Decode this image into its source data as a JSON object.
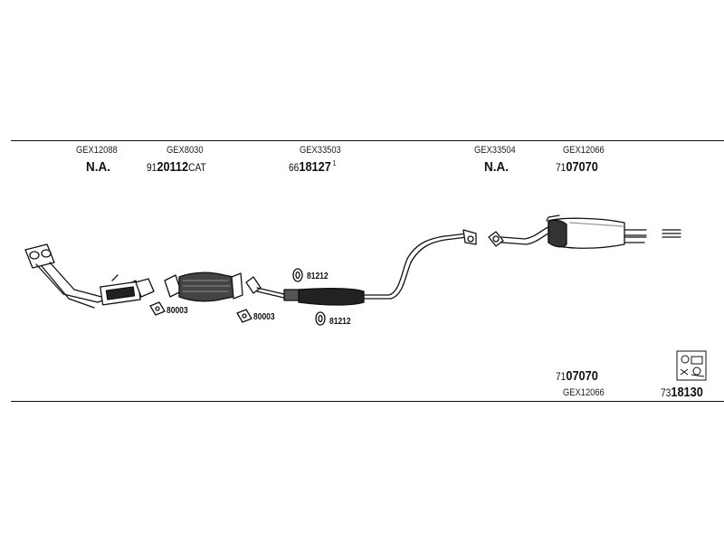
{
  "codes": {
    "c1": "GEX12088",
    "c2": "GEX8030",
    "c3": "GEX33503",
    "c4": "GEX33504",
    "c5": "GEX12066",
    "c6": "GEX12066"
  },
  "na": {
    "n1": "N.A.",
    "n2": "N.A."
  },
  "parts": {
    "p1": {
      "prefix": "91",
      "main": "20112",
      "suffix": "CAT"
    },
    "p2": {
      "prefix": "66",
      "main": "18127",
      "sup": "1"
    },
    "p3": {
      "prefix": "71",
      "main": "07070"
    },
    "p4": {
      "prefix": "71",
      "main": "07070"
    },
    "p5": {
      "prefix": "73",
      "main": "18130"
    }
  },
  "labels": {
    "g1": "80003",
    "g2": "80003",
    "r1": "81212",
    "r2": "81212"
  },
  "icons": {
    "kit": "mounting-kit-icon"
  }
}
